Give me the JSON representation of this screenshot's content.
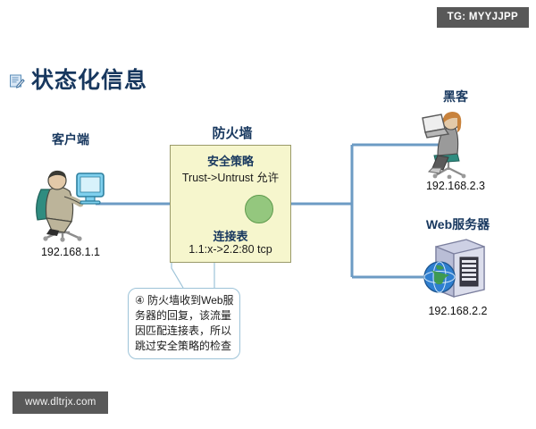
{
  "branding": {
    "tg_tag": "TG: MYYJJPP",
    "watermark": "www.dltrjx.com"
  },
  "header": {
    "title": "状态化信息",
    "title_icon": "document-pencil-icon",
    "title_color": "#17375E"
  },
  "firewall": {
    "label": "防火墙",
    "security_policy_title": "安全策略",
    "security_policy_rule": "Trust->Untrust  允许",
    "session_table_title": "连接表",
    "session_table_entry": "1.1:x->2.2:80  tcp",
    "status_dot": "green-status-circle",
    "status_dot_color": "#94C77E",
    "box_fill": "#F6F6CD",
    "box_border": "#9A9A6A"
  },
  "nodes": [
    {
      "id": "client",
      "name": "客户端",
      "ip": "192.168.1.1",
      "icon": "person-at-desktop-icon"
    },
    {
      "id": "hacker",
      "name": "黑客",
      "ip": "192.168.2.3",
      "icon": "person-with-laptop-icon"
    },
    {
      "id": "web-server",
      "name": "Web服务器",
      "ip": "192.168.2.2",
      "icon": "server-with-globe-icon"
    }
  ],
  "callout": {
    "text": "④ 防火墙收到Web服务器的回复，该流量因匹配连接表，所以跳过安全策略的检查",
    "border_color": "#9DC3D8"
  },
  "wires": {
    "color": "#6C9BC4",
    "width": 3
  }
}
